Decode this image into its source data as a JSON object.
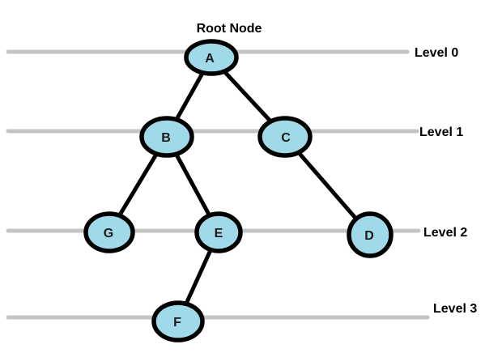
{
  "title": "Root Node",
  "colors": {
    "node_fill": "#a0d9e8",
    "node_border": "#000000",
    "level_line": "#c4c4c4",
    "text": "#000000"
  },
  "nodes": [
    {
      "id": "A",
      "label": "A",
      "level": 0
    },
    {
      "id": "B",
      "label": "B",
      "level": 1
    },
    {
      "id": "C",
      "label": "C",
      "level": 1
    },
    {
      "id": "G",
      "label": "G",
      "level": 2
    },
    {
      "id": "E",
      "label": "E",
      "level": 2
    },
    {
      "id": "D",
      "label": "D",
      "level": 2
    },
    {
      "id": "F",
      "label": "F",
      "level": 3
    }
  ],
  "edges": [
    {
      "from": "A",
      "to": "B"
    },
    {
      "from": "A",
      "to": "C"
    },
    {
      "from": "B",
      "to": "G"
    },
    {
      "from": "B",
      "to": "E"
    },
    {
      "from": "C",
      "to": "D"
    },
    {
      "from": "E",
      "to": "F"
    }
  ],
  "levels": [
    {
      "label": "Level 0"
    },
    {
      "label": "Level 1"
    },
    {
      "label": "Level 2"
    },
    {
      "label": "Level 3"
    }
  ]
}
